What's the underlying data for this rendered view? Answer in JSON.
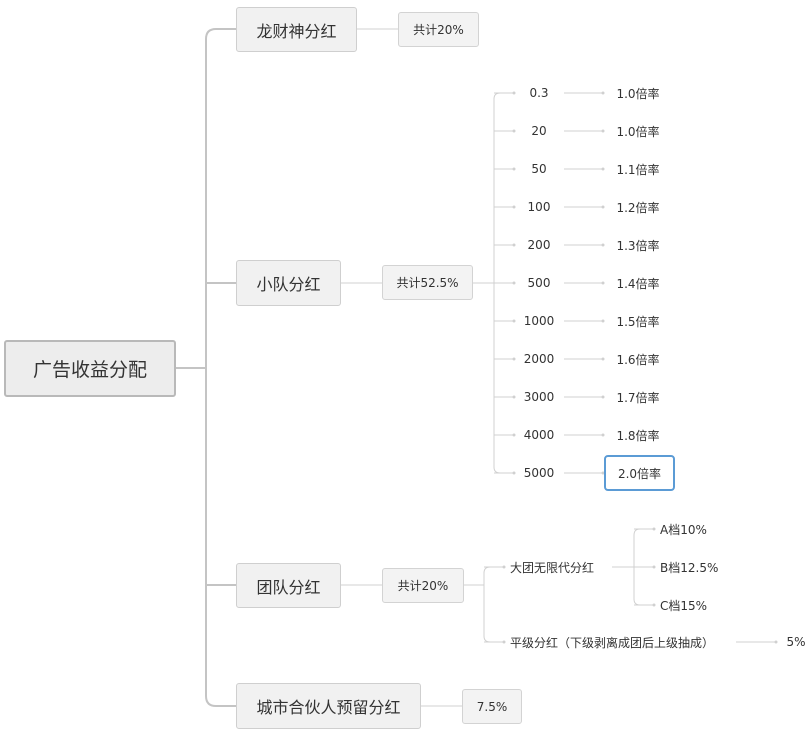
{
  "root": {
    "label": "广告收益分配"
  },
  "branches": [
    {
      "label": "龙财神分红",
      "total": "共计20%"
    },
    {
      "label": "小队分红",
      "total": "共计52.5%",
      "tiers": [
        {
          "amount": "0.3",
          "rate": "1.0倍率"
        },
        {
          "amount": "20",
          "rate": "1.0倍率"
        },
        {
          "amount": "50",
          "rate": "1.1倍率"
        },
        {
          "amount": "100",
          "rate": "1.2倍率"
        },
        {
          "amount": "200",
          "rate": "1.3倍率"
        },
        {
          "amount": "500",
          "rate": "1.4倍率"
        },
        {
          "amount": "1000",
          "rate": "1.5倍率"
        },
        {
          "amount": "2000",
          "rate": "1.6倍率"
        },
        {
          "amount": "3000",
          "rate": "1.7倍率"
        },
        {
          "amount": "4000",
          "rate": "1.8倍率"
        },
        {
          "amount": "5000",
          "rate": "2.0倍率"
        }
      ]
    },
    {
      "label": "团队分红",
      "total": "共计20%",
      "sub": [
        {
          "label": "大团无限代分红",
          "grades": [
            "A档10%",
            "B档12.5%",
            "C档15%"
          ]
        },
        {
          "label": "平级分红（下级剥离成团后上级抽成）",
          "value": "5%"
        }
      ]
    },
    {
      "label": "城市合伙人预留分红",
      "total": "7.5%"
    }
  ],
  "colors": {
    "line": "#c4c4c4",
    "selected_border": "#5b9bd5"
  }
}
